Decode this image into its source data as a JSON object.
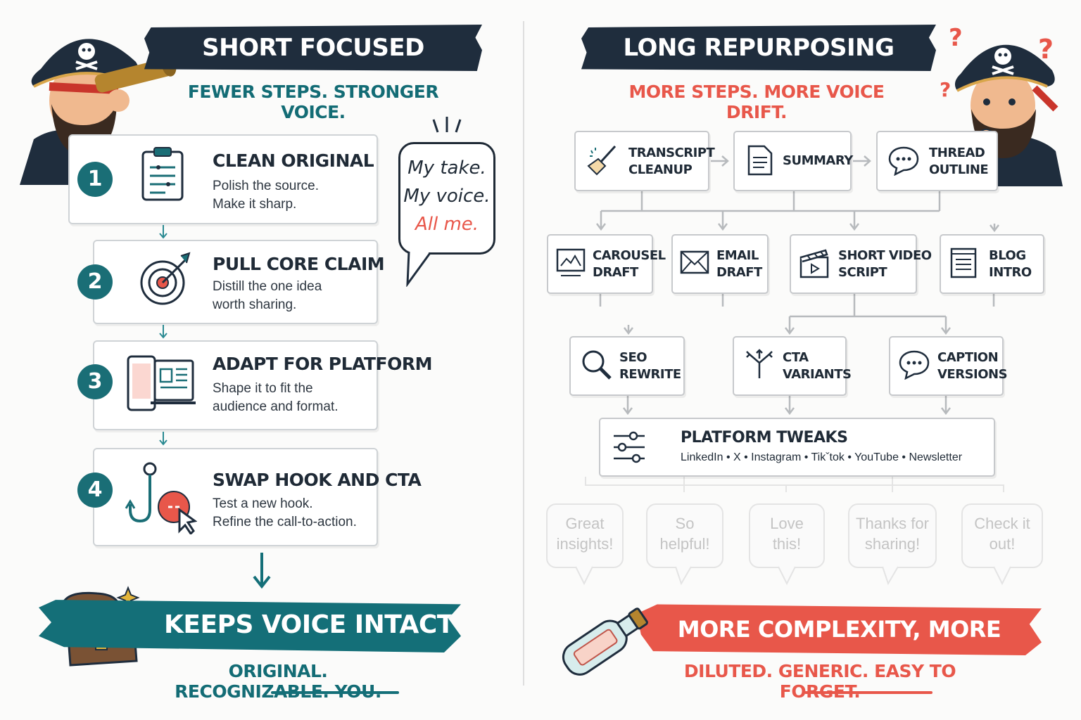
{
  "left": {
    "title": "SHORT FOCUSED WORKFLOW",
    "subtitle": "FEWER STEPS. STRONGER VOICE.",
    "steps": [
      {
        "num": "1",
        "title": "CLEAN ORIGINAL",
        "desc": "Polish the source.\nMake it sharp.",
        "icon": "clipboard-icon"
      },
      {
        "num": "2",
        "title": "PULL CORE CLAIM",
        "desc": "Distill the one idea\nworth sharing.",
        "icon": "target-icon"
      },
      {
        "num": "3",
        "title": "ADAPT FOR PLATFORM",
        "desc": "Shape it to fit the\naudience and format.",
        "icon": "devices-icon"
      },
      {
        "num": "4",
        "title": "SWAP HOOK AND CTA",
        "desc": "Test a new hook.\nRefine the call-to-action.",
        "icon": "hook-icon"
      }
    ],
    "speech": {
      "line1": "My take.",
      "line2": "My voice.",
      "line3": "All me."
    },
    "result_title": "KEEPS VOICE INTACT",
    "result_sub": "ORIGINAL. RECOGNIZABLE. YOU."
  },
  "right": {
    "title": "LONG REPURPOSING CHAIN",
    "subtitle": "MORE STEPS. MORE VOICE DRIFT.",
    "row1": [
      {
        "label": "TRANSCRIPT\nCLEANUP",
        "icon": "broom-icon"
      },
      {
        "label": "SUMMARY",
        "icon": "document-icon"
      },
      {
        "label": "THREAD\nOUTLINE",
        "icon": "chat-bubble-icon"
      }
    ],
    "row2": [
      {
        "label": "CAROUSEL\nDRAFT",
        "icon": "carousel-icon"
      },
      {
        "label": "EMAIL\nDRAFT",
        "icon": "envelope-icon"
      },
      {
        "label": "SHORT VIDEO\nSCRIPT",
        "icon": "clapperboard-icon"
      },
      {
        "label": "BLOG\nINTRO",
        "icon": "blog-page-icon"
      }
    ],
    "row3": [
      {
        "label": "SEO\nREWRITE",
        "icon": "magnifier-icon"
      },
      {
        "label": "CTA\nVARIANTS",
        "icon": "split-arrows-icon"
      },
      {
        "label": "CAPTION\nVERSIONS",
        "icon": "chat-bubble-icon"
      }
    ],
    "platform": {
      "title": "PLATFORM TWEAKS",
      "platforms": "LinkedIn • X • Instagram • Tikˇtok • YouTube • Newsletter"
    },
    "comments": [
      "Great\ninsights!",
      "So\nhelpful!",
      "Love\nthis!",
      "Thanks for\nsharing!",
      "Check it\nout!"
    ],
    "result_title": "MORE COMPLEXITY, MORE VOICE DRIFT",
    "result_sub": "DILUTED. GENERIC. EASY TO FORGET."
  },
  "colors": {
    "navy": "#1f2d3d",
    "teal": "#136c75",
    "coral": "#e8574a"
  }
}
